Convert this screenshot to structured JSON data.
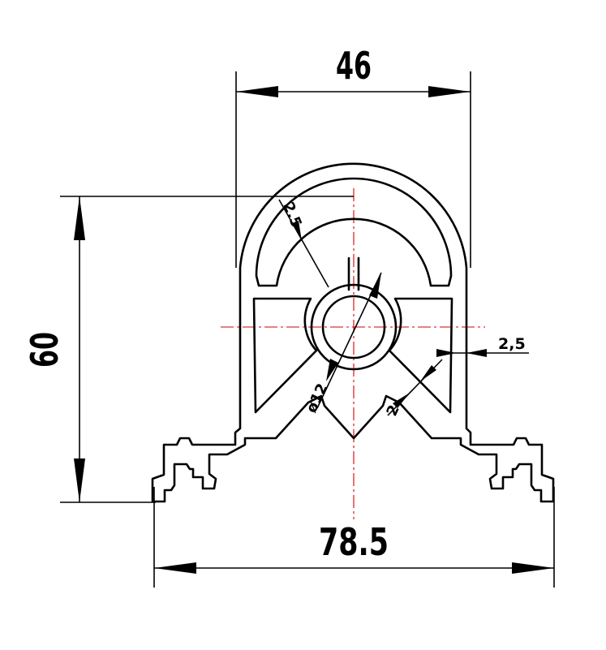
{
  "dimensions": {
    "top_width": "46",
    "height": "60",
    "bottom_width": "78.5",
    "wall_thickness_arc": "2.5",
    "wall_thickness_side": "2,5",
    "rib_thickness": "2",
    "bore_diameter": "ø12"
  },
  "colors": {
    "outline": "#000000",
    "centerline": "#d40000",
    "background": "#ffffff"
  }
}
